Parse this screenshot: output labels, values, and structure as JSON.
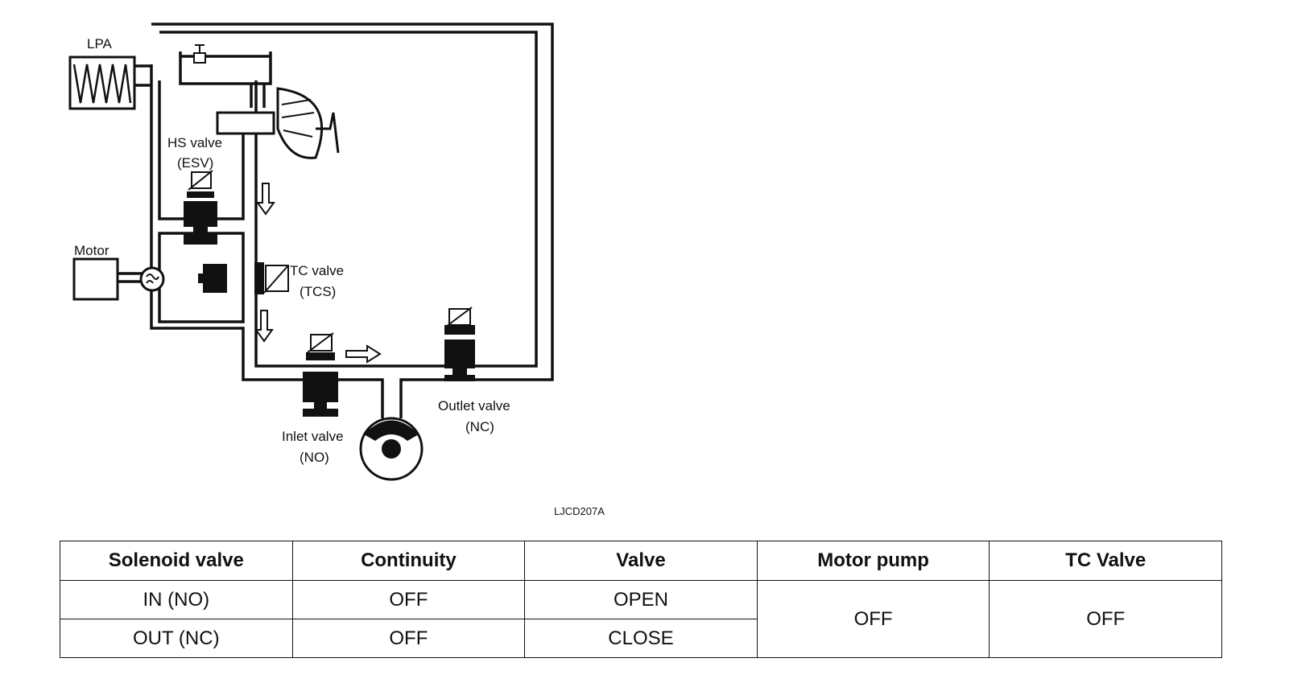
{
  "diagram": {
    "labels": {
      "lpa": "LPA",
      "hs_valve_1": "HS valve",
      "hs_valve_2": "(ESV)",
      "motor": "Motor",
      "tc_valve_1": "TC valve",
      "tc_valve_2": "(TCS)",
      "outlet_valve_1": "Outlet valve",
      "outlet_valve_2": "(NC)",
      "inlet_valve_1": "Inlet valve",
      "inlet_valve_2": "(NO)"
    },
    "figure_code": "LJCD207A"
  },
  "table": {
    "headers": [
      "Solenoid valve",
      "Continuity",
      "Valve",
      "Motor pump",
      "TC Valve"
    ],
    "rows": [
      {
        "solenoid": "IN (NO)",
        "continuity": "OFF",
        "valve": "OPEN"
      },
      {
        "solenoid": "OUT (NC)",
        "continuity": "OFF",
        "valve": "CLOSE"
      }
    ],
    "motor_pump": "OFF",
    "tc_valve": "OFF"
  }
}
